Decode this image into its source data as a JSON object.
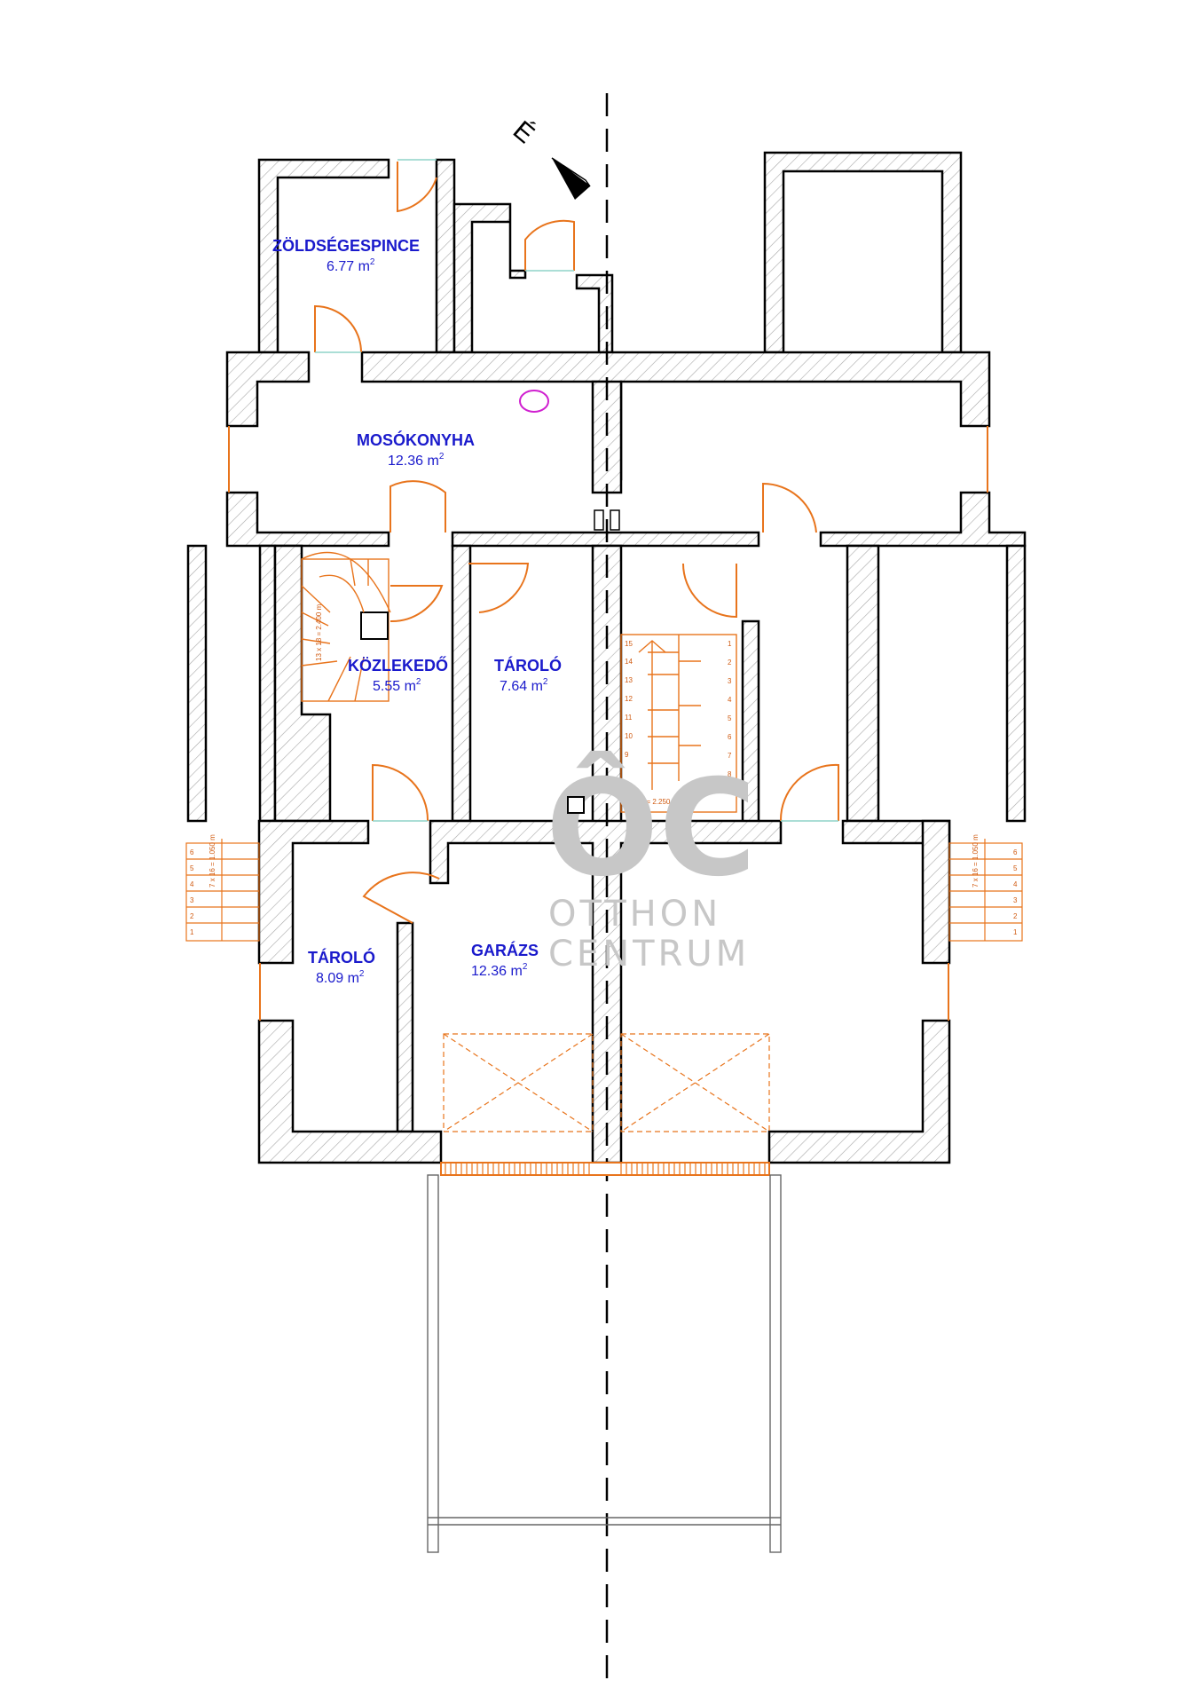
{
  "compass": {
    "label": "É"
  },
  "rooms": [
    {
      "name": "ZÖLDSÉGESPINCE",
      "area": "6.77 m",
      "unit_sup": "2"
    },
    {
      "name": "MOSÓKONYHA",
      "area": "12.36 m",
      "unit_sup": "2"
    },
    {
      "name": "KÖZLEKEDŐ",
      "area": "5.55 m",
      "unit_sup": "2"
    },
    {
      "name": "TÁROLÓ",
      "area": "7.64 m",
      "unit_sup": "2"
    },
    {
      "name": "TÁROLÓ",
      "area": "8.09 m",
      "unit_sup": "2"
    },
    {
      "name": "GARÁZS",
      "area": "12.36 m",
      "unit_sup": "2"
    }
  ],
  "stairs": {
    "spiral_note": "13 x 18 = 2.400 m",
    "straight_note": "15 x 15 = 2.250 m",
    "straight_left_steps": [
      "15",
      "14",
      "13",
      "12",
      "11",
      "10",
      "9"
    ],
    "straight_right_steps": [
      "1",
      "2",
      "3",
      "4",
      "5",
      "6",
      "7",
      "8"
    ],
    "side_steps": [
      "6",
      "5",
      "4",
      "3",
      "2",
      "1"
    ],
    "side_note": "7 x 16 = 1.050 m"
  },
  "watermark": {
    "monogram": "ÔC",
    "line1": "OTTHON",
    "line2": "CENTRUM"
  },
  "colors": {
    "wall": "#000000",
    "hatch": "#9a9a9a",
    "door": "#e8741c",
    "label": "#1a1acc",
    "window": "#8fd3c8",
    "watermark": "#c7c7c7"
  }
}
